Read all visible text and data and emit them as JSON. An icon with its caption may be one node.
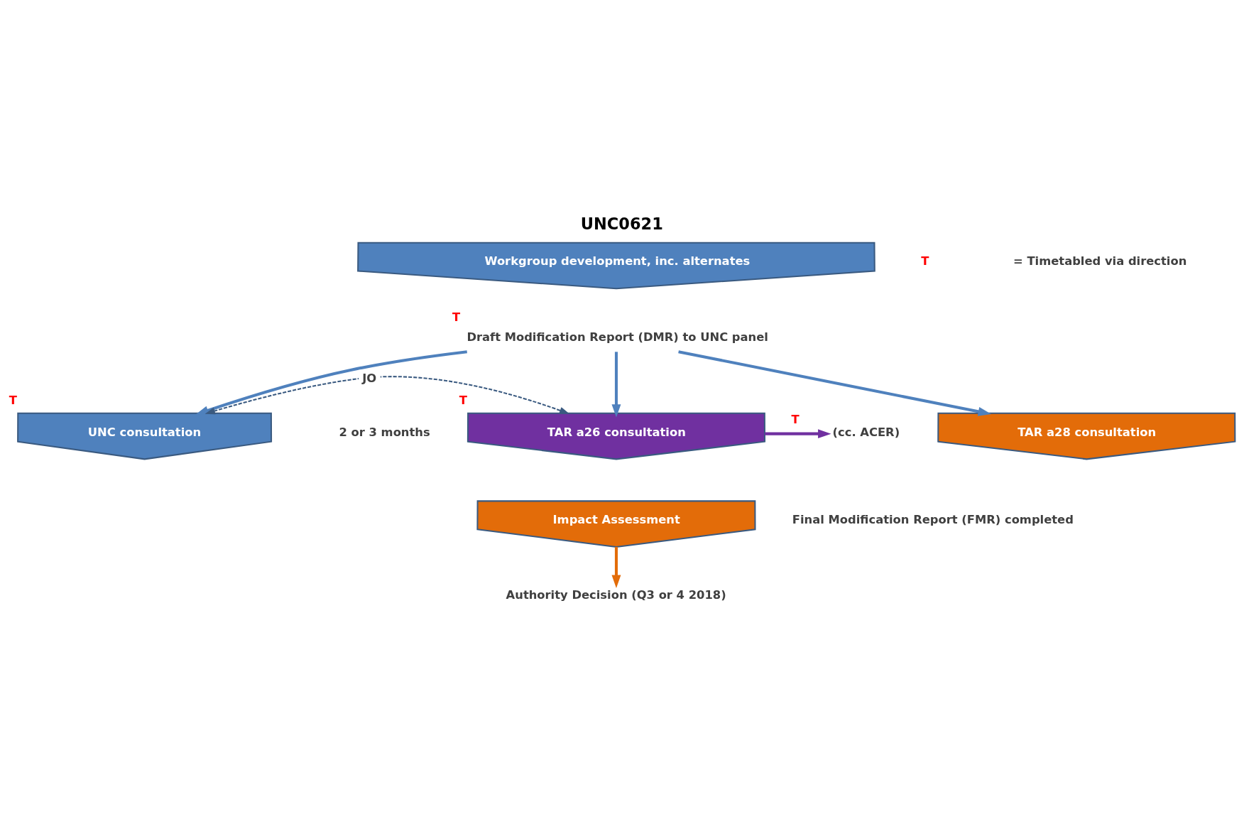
{
  "diagram": {
    "title": "UNC0621",
    "nodes": [
      {
        "text": [
          "Workgroup development, inc. alternates"
        ]
      },
      {
        "text": [
          "Draft Modification Report (DMR) to UNC panel"
        ],
        "beside": [
          "T"
        ]
      },
      {
        "text": [
          "UNC consultation"
        ],
        "beside": [
          "T"
        ]
      },
      {
        "text": [
          "TAR a26 consultation"
        ],
        "beside": [
          "T"
        ]
      },
      {
        "text": [
          "(cc. ACER)"
        ]
      },
      {
        "text": [
          "TAR a28 consultation"
        ]
      },
      {
        "text": [
          "Impact Assessment"
        ]
      },
      {
        "text": [
          "Authority Decision (Q3 or 4 2018)"
        ]
      }
    ],
    "edges": [
      {
        "from": 1,
        "to": 2,
        "arrow": "to"
      },
      {
        "from": 1,
        "to": 3,
        "arrow": "to"
      },
      {
        "from": 1,
        "to": 5,
        "arrow": "to"
      },
      {
        "from": 2,
        "to": 3,
        "arrow": "both",
        "label": "JO",
        "style": "dashed",
        "color": "#3a5a80"
      },
      {
        "from": 3,
        "to": 4,
        "arrow": "to",
        "label": "T",
        "color": "#7030a0"
      },
      {
        "from": 6,
        "to": 7,
        "arrow": "to",
        "color": "#e36c09"
      }
    ],
    "labels": [
      "T",
      "= Timetabled via direction",
      "2 or 3 months",
      "Final Modification Report (FMR) completed"
    ]
  }
}
